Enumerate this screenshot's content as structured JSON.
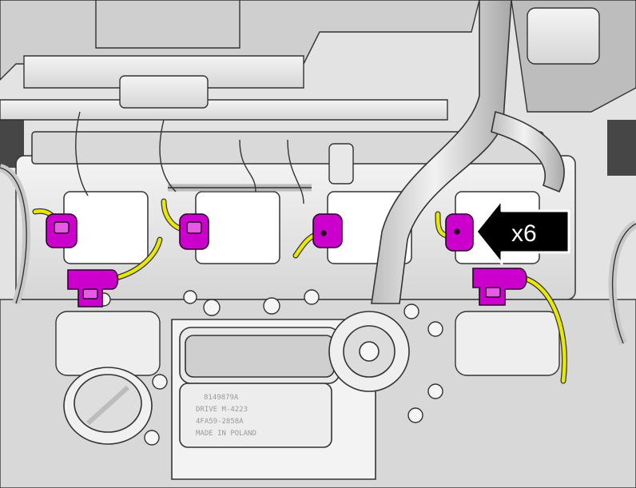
{
  "callout": {
    "quantity_label": "x6",
    "arrow_direction": "left",
    "fill_color": "#000000",
    "text_color": "#ffffff"
  },
  "highlight_colors": {
    "connector": "#cc00cc",
    "harness": "#e8e800"
  },
  "engine_cover_markings": [
    "8149879A",
    "DRIVE    M-4223",
    "4FA59-2858A",
    "MADE IN POLAND"
  ],
  "components": {
    "upper_connectors": 4,
    "lower_connectors": 2
  }
}
